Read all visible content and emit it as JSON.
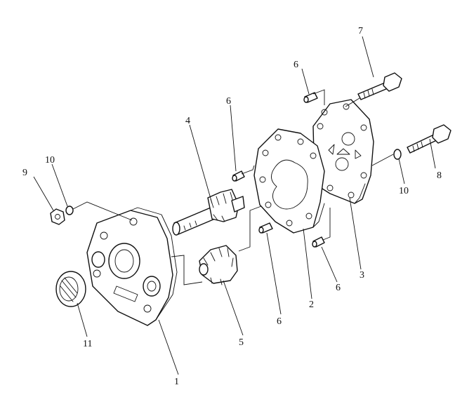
{
  "labels": {
    "p1": "1",
    "p2": "2",
    "p3": "3",
    "p4": "4",
    "p5": "5",
    "p6a": "6",
    "p6b": "6",
    "p6c": "6",
    "p6d": "6",
    "p7": "7",
    "p8": "8",
    "p9": "9",
    "p10a": "10",
    "p10b": "10",
    "p11": "11"
  }
}
